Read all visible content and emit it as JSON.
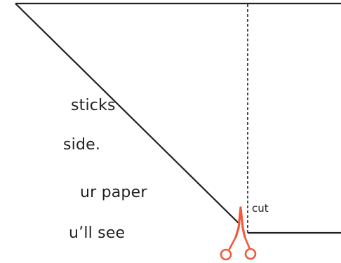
{
  "text_lines": [
    ":",
    "sticks",
    "side.",
    "ur paper",
    "u’ll see"
  ],
  "diagram": {
    "cut_label": "cut",
    "stroke_color": "#231f20",
    "scissors_color": "#f05a3c",
    "icons": [
      "scissors-icon"
    ]
  }
}
